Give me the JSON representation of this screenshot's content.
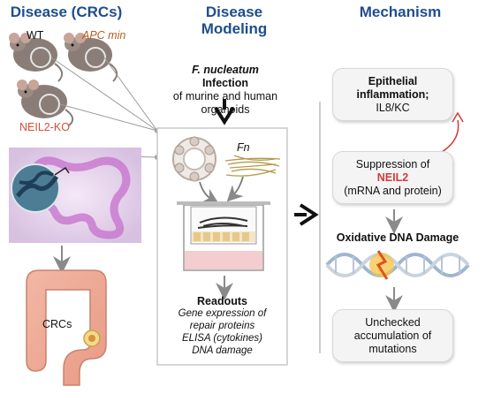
{
  "columns": {
    "left": "Disease (CRCs)",
    "middle_line1": "Disease",
    "middle_line2": "Modeling",
    "right": "Mechanism"
  },
  "mice": {
    "wt": "WT",
    "apc": "APC min",
    "neil2": "NEIL2-KO"
  },
  "colon_label": "CRCs",
  "infection": {
    "bold": "F. nucleatum",
    "bold_rest": " Infection",
    "line2": "of murine and human",
    "line3": "organoids"
  },
  "fn_label": "Fn",
  "readouts": {
    "title": "Readouts",
    "items": [
      "Gene expression of",
      "repair proteins",
      "ELISA (cytokines)",
      "DNA damage"
    ]
  },
  "mechanism": {
    "box1_line1": "Epithelial",
    "box1_line2": "inflammation;",
    "box1_line3": "IL8/KC",
    "box2_line1": "Suppression of",
    "box2_line2": "NEIL2",
    "box2_line3": "(mRNA and protein)",
    "oxidative": "Oxidative DNA Damage",
    "box3_line1": "Unchecked",
    "box3_line2": "accumulation of",
    "box3_line3": "mutations"
  },
  "colors": {
    "header": "#1f4e8c",
    "apc_text": "#b35c1e",
    "neil2_text": "#d94a3a",
    "red_arrow": "#d23a3a",
    "box_bg": "#f4f4f4"
  }
}
